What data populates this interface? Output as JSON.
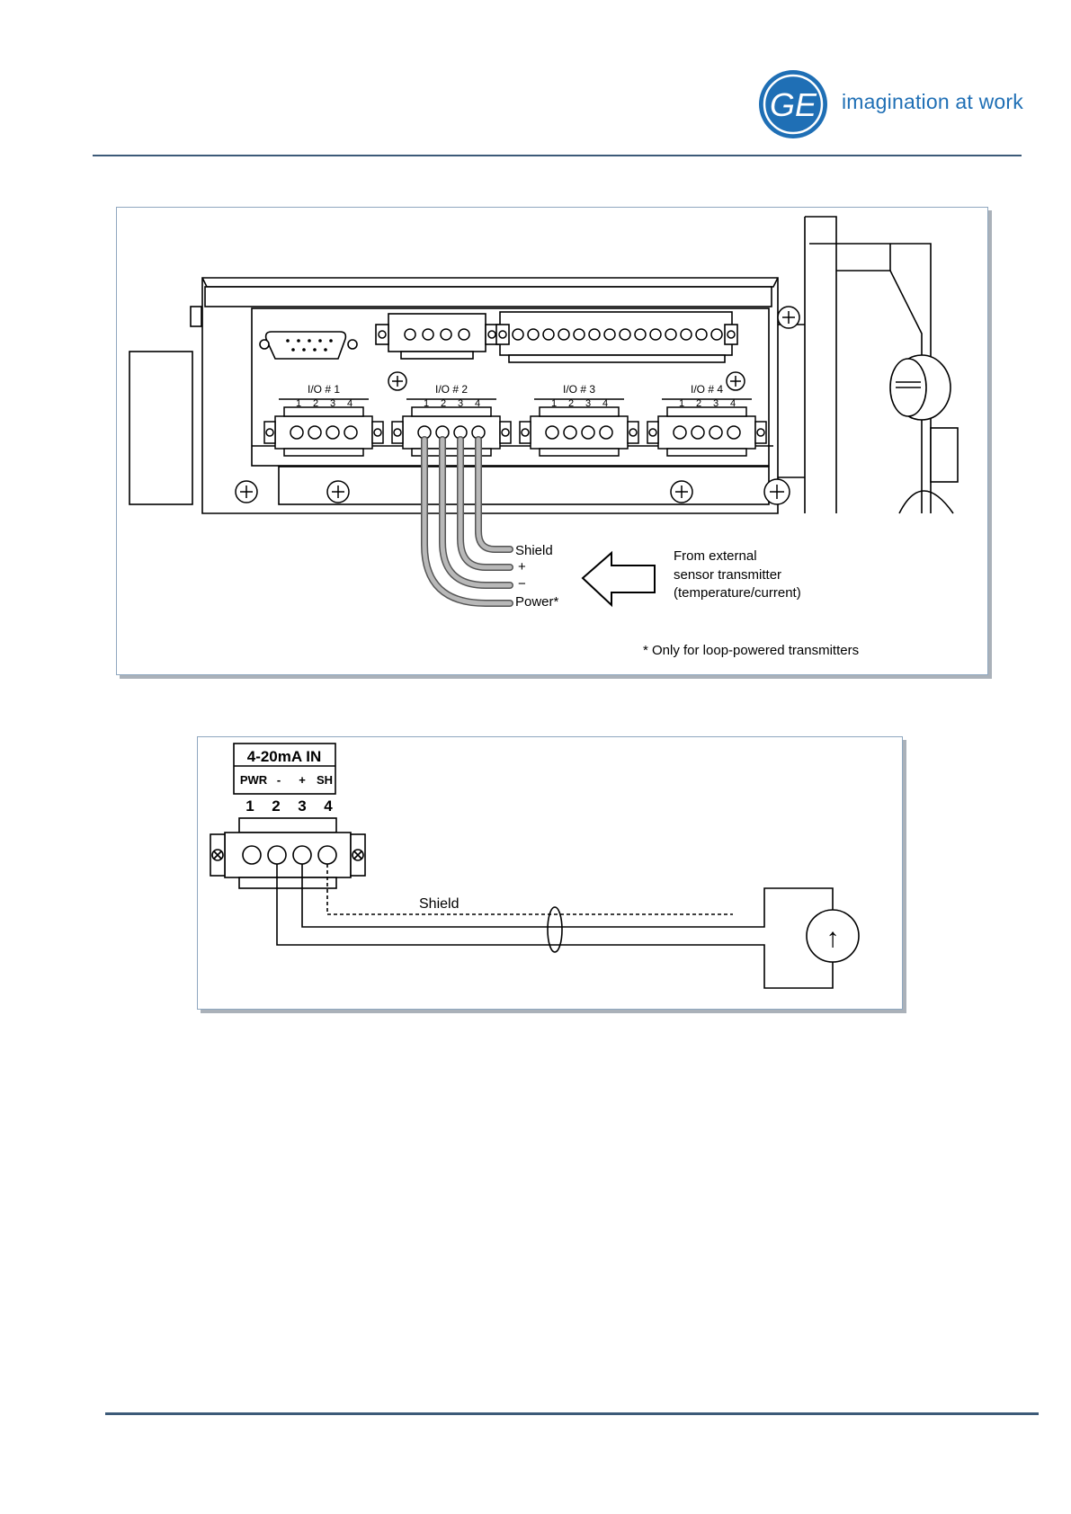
{
  "header": {
    "brand_mark": "GE",
    "tagline": "imagination at work"
  },
  "figure_top": {
    "io_labels": [
      "I/O # 1",
      "I/O # 2",
      "I/O # 3",
      "I/O # 4"
    ],
    "pin_numbers": [
      "1",
      "2",
      "3",
      "4"
    ],
    "wire_labels": [
      "Shield",
      "+",
      "−",
      "Power*"
    ],
    "source_lines": [
      "From external",
      "sensor transmitter",
      "(temperature/current)"
    ],
    "footnote": "* Only for loop-powered transmitters"
  },
  "figure_bottom": {
    "title": "4-20mA IN",
    "pin_functions": [
      "PWR",
      "-",
      "+",
      "SH"
    ],
    "pin_numbers": [
      "1",
      "2",
      "3",
      "4"
    ],
    "shield_label": "Shield",
    "source_symbol": "↑"
  },
  "colors": {
    "rule": "#3c5a78",
    "brand_blue": "#1f6fb5",
    "frame_border": "#8fa7bf",
    "frame_shadow": "#aab1b9"
  }
}
